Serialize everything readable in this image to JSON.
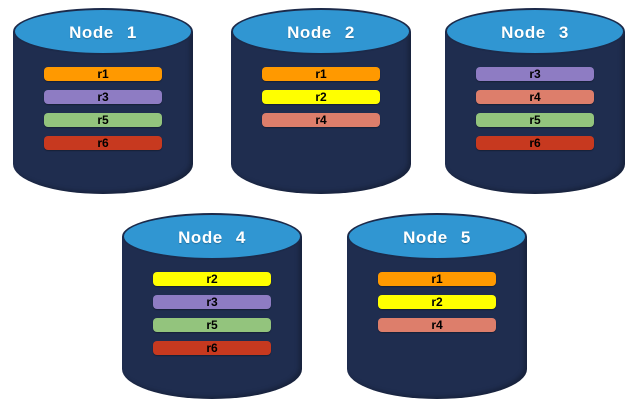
{
  "canvas": {
    "background": "#FFFFFF"
  },
  "cylinder_style": {
    "body_color": "#1F2D4F",
    "top_fill": "#3096D2",
    "top_border": "#1C2A4A",
    "label_color": "#FFFFFF",
    "bar_text_color": "#000000"
  },
  "replica_colors": {
    "r1": "#FF9900",
    "r2": "#FFFF00",
    "r3": "#8E7CC3",
    "r4": "#DD7E6B",
    "r5": "#93C47D",
    "r6": "#C7391F"
  },
  "nodes": [
    {
      "name": "Node 1",
      "replicas": [
        "r1",
        "r3",
        "r5",
        "r6"
      ]
    },
    {
      "name": "Node 2",
      "replicas": [
        "r1",
        "r2",
        "r4"
      ]
    },
    {
      "name": "Node 3",
      "replicas": [
        "r3",
        "r4",
        "r5",
        "r6"
      ]
    },
    {
      "name": "Node 4",
      "replicas": [
        "r2",
        "r3",
        "r5",
        "r6"
      ]
    },
    {
      "name": "Node 5",
      "replicas": [
        "r1",
        "r2",
        "r4"
      ]
    }
  ]
}
